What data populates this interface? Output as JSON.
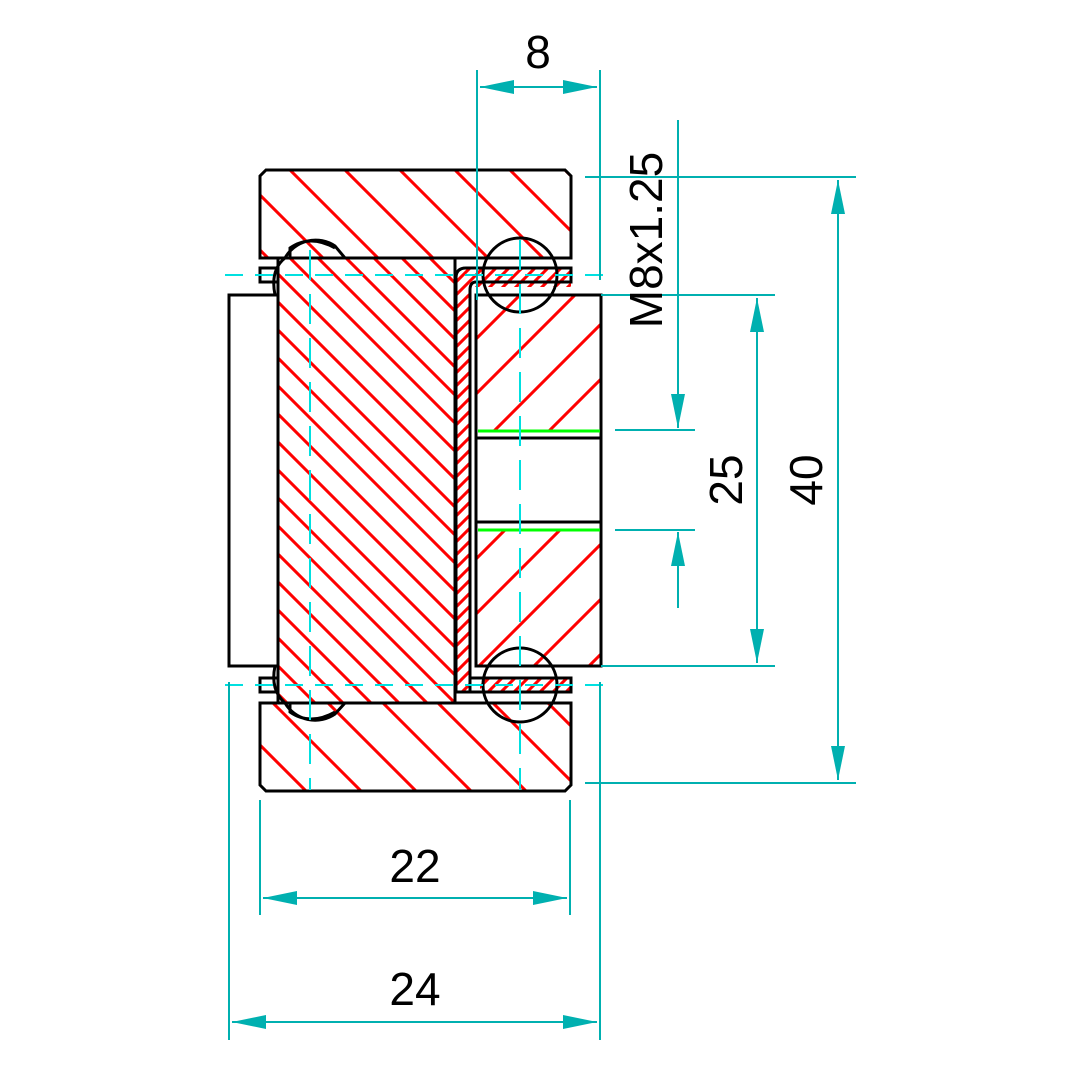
{
  "drawing": {
    "dimensions": {
      "top_width": "8",
      "thread": "M8x1.25",
      "bore": "25",
      "overall_height": "40",
      "inner_width": "22",
      "overall_width": "24"
    },
    "colors": {
      "outline": "#000000",
      "hatch": "#ff0000",
      "dimension": "#00b0b0",
      "centerline": "#00e0e0",
      "edge": "#00ff00"
    }
  }
}
